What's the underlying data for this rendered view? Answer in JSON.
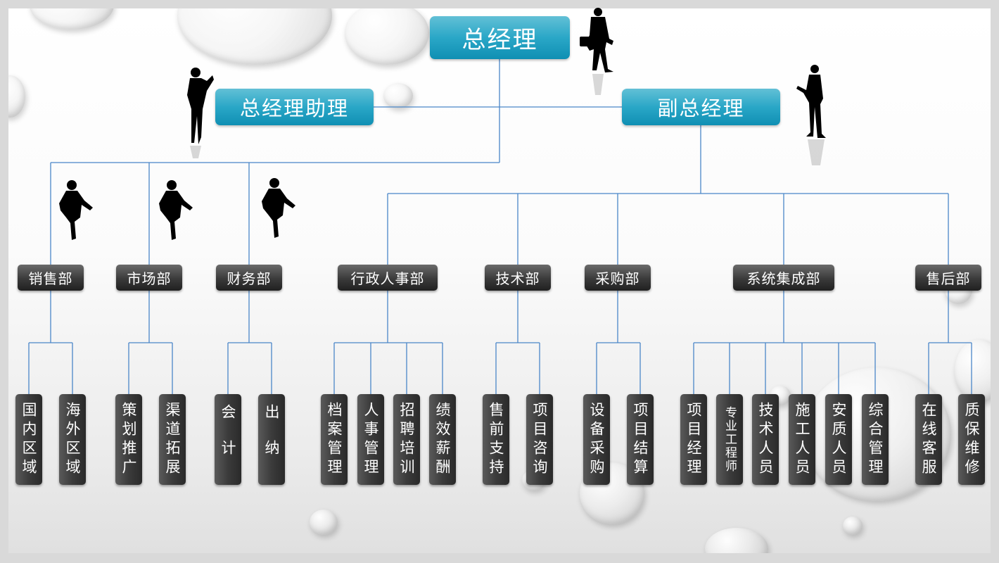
{
  "top": {
    "ceo": "总经理",
    "assistant": "总经理助理",
    "vice": "副总经理"
  },
  "departments": [
    {
      "name": "销售部",
      "children": [
        "国内区域",
        "海外区域"
      ]
    },
    {
      "name": "市场部",
      "children": [
        "策划推广",
        "渠道拓展"
      ]
    },
    {
      "name": "财务部",
      "children": [
        "会计",
        "出纳"
      ]
    },
    {
      "name": "行政人事部",
      "children": [
        "档案管理",
        "人事管理",
        "招聘培训",
        "绩效薪酬"
      ]
    },
    {
      "name": "技术部",
      "children": [
        "售前支持",
        "项目咨询"
      ]
    },
    {
      "name": "采购部",
      "children": [
        "设备采购",
        "项目结算"
      ]
    },
    {
      "name": "系统集成部",
      "children": [
        "项目经理",
        "专业工程师",
        "技术人员",
        "施工人员",
        "安质人员",
        "综合管理"
      ]
    },
    {
      "name": "售后部",
      "children": [
        "在线客服",
        "质保维修"
      ]
    }
  ],
  "colors": {
    "line": "#4a86c8",
    "accent": "#1d9cc0",
    "dark": "#333333"
  }
}
